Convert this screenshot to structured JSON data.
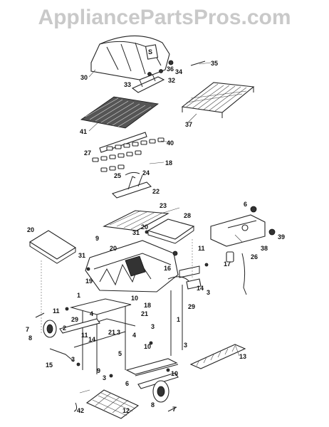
{
  "watermark": "AppliancePartsPros.com",
  "callouts": {
    "c30": "30",
    "c36": "36",
    "c34": "34",
    "c35": "35",
    "c32": "32",
    "c33": "33",
    "c41": "41",
    "c37": "37",
    "c27": "27",
    "c40": "40",
    "c18": "18",
    "c25": "25",
    "c24": "24",
    "c22": "22",
    "c23": "23",
    "c28": "28",
    "c20a": "20",
    "c20b": "20",
    "c20c": "20",
    "c9a": "9",
    "c31a": "31",
    "c31b": "31",
    "c11a": "11",
    "c19": "19",
    "c16": "16",
    "c6a": "6",
    "c39": "39",
    "c38": "38",
    "c26": "26",
    "c17": "17",
    "c14": "14",
    "c3a": "3",
    "c29a": "29",
    "c1a": "1",
    "c10a": "10",
    "c18b": "18",
    "c21a": "21",
    "c3b": "3",
    "c11b": "11",
    "c4a": "4",
    "c7a": "7",
    "c8a": "8",
    "c2": "2",
    "c29b": "29",
    "c11c": "11",
    "c14b": "14",
    "c13": "13",
    "c3c": "3",
    "c15": "15",
    "c3d": "3",
    "c9b": "9",
    "c5": "5",
    "c6b": "6",
    "c3e": "3",
    "c10b": "10",
    "c42": "42",
    "c12": "12",
    "c8b": "8",
    "c7b": "7",
    "c4b": "4",
    "c21b": "21",
    "c3f": "3",
    "c10c": "10",
    "c1b": "1"
  }
}
